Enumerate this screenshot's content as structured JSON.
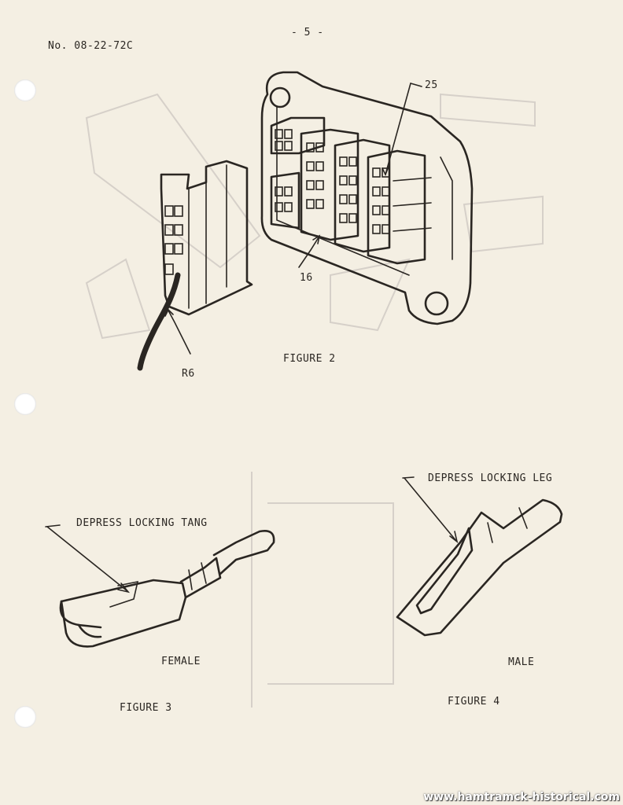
{
  "header": {
    "doc_number": "No. 08-22-72C",
    "page_number": "- 5 -"
  },
  "figure2": {
    "caption": "FIGURE 2",
    "callout_25": "25",
    "callout_16": "16",
    "callout_r6": "R6"
  },
  "figure3": {
    "caption": "FIGURE 3",
    "label_female": "FEMALE",
    "callout": "DEPRESS LOCKING TANG"
  },
  "figure4": {
    "caption": "FIGURE 4",
    "label_male": "MALE",
    "callout": "DEPRESS LOCKING LEG"
  },
  "footer": {
    "watermark": "www.hamtramck-historical.com"
  }
}
